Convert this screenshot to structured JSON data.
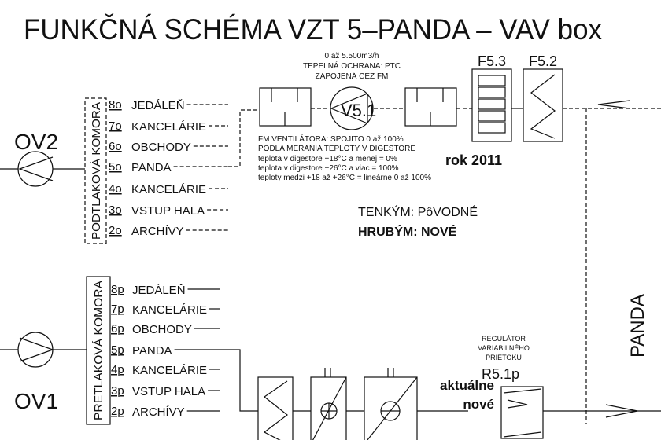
{
  "title": "FUNKČNÁ SCHÉMA VZT 5–PANDA  –  VAV box",
  "exhaust": {
    "fan_label": "OV2",
    "chamber_label": "PODTLAKOVÁ KOMORA",
    "floors": [
      {
        "floor": "8o",
        "room": "JEDÁLEŇ"
      },
      {
        "floor": "7o",
        "room": "KANCELÁRIE"
      },
      {
        "floor": "6o",
        "room": "OBCHODY"
      },
      {
        "floor": "5o",
        "room": "PANDA"
      },
      {
        "floor": "4o",
        "room": "KANCELÁRIE"
      },
      {
        "floor": "3o",
        "room": "VSTUP HALA"
      },
      {
        "floor": "2o",
        "room": "ARCHÍVY"
      }
    ],
    "fan_v51": {
      "label": "V5.1",
      "notes_top": [
        "0 až 5.500m3/h",
        "TEPELNÁ OCHRANA: PTC",
        "ZAPOJENÁ CEZ FM"
      ],
      "notes_bottom": [
        "FM VENTILÁTORA: SPOJITO 0 až 100%",
        "PODLA MERANIA TEPLOTY V DIGESTORE",
        "teplota v digestore +18°C a menej = 0%",
        "teplota v digestore +26°C a viac = 100%",
        "teploty medzi +18 až +26°C = lineárne 0 až 100%"
      ]
    },
    "filter_label": "F5.3",
    "filter2_label": "F5.2",
    "year_label": "rok 2011"
  },
  "legend": {
    "thin": "TENKÝM: PôVODNÉ",
    "thick": "HRUBÝM: NOVÉ"
  },
  "supply": {
    "fan_label": "OV1",
    "chamber_label": "PRETLAKOVÁ KOMORA",
    "floors": [
      {
        "floor": "8p",
        "room": "JEDÁLEŇ"
      },
      {
        "floor": "7p",
        "room": "KANCELÁRIE"
      },
      {
        "floor": "6p",
        "room": "OBCHODY"
      },
      {
        "floor": "5p",
        "room": "PANDA"
      },
      {
        "floor": "4p",
        "room": "KANCELÁRIE"
      },
      {
        "floor": "3p",
        "room": "VSTUP HALA"
      },
      {
        "floor": "2p",
        "room": "ARCHÍVY"
      }
    ],
    "regulator": {
      "desc": [
        "REGULÁTOR",
        "VARIABILNÉHO",
        "PRIETOKU"
      ],
      "label": "R5.1p",
      "status_1": "aktuálne",
      "status_2": "nové"
    }
  },
  "room_label": "PANDA"
}
